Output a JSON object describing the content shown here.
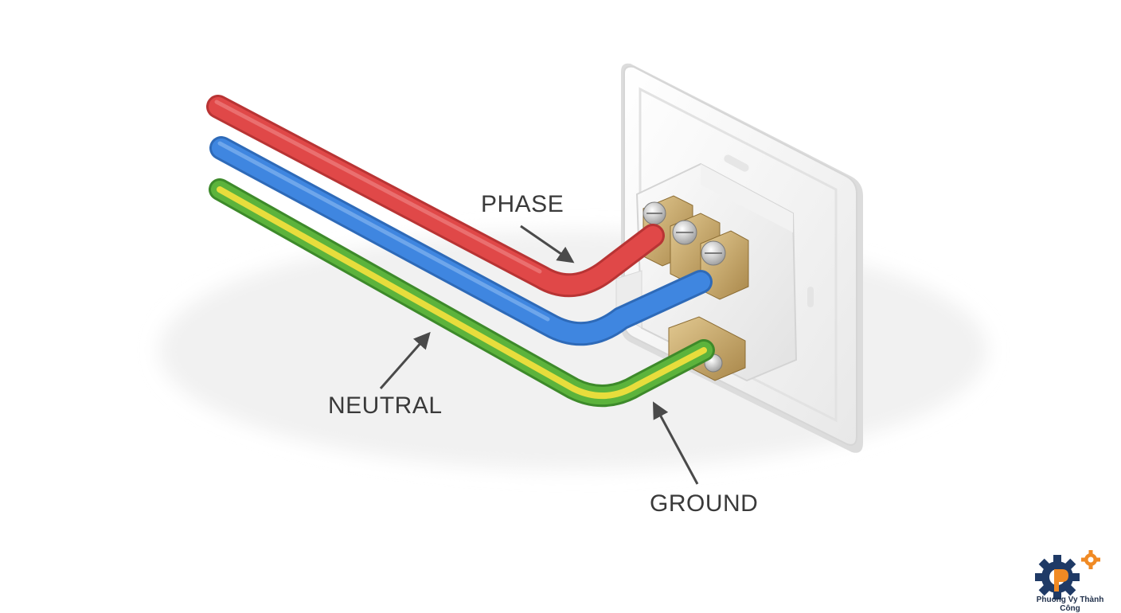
{
  "labels": {
    "phase": "PHASE",
    "neutral": "NEUTRAL",
    "ground": "GROUND"
  },
  "logo": {
    "text": "Phuong Vy Thành Công",
    "icon": "gear-p-logo"
  },
  "wires": [
    {
      "id": "phase",
      "color": "#e04848"
    },
    {
      "id": "neutral",
      "color": "#3f86e0"
    },
    {
      "id": "ground",
      "color": "#5cb33c",
      "stripe": "#e7dd3c"
    }
  ],
  "colors": {
    "socket_plate": "#f4f4f4",
    "brass": "#c9a866",
    "label_text": "#3a3a3a",
    "arrow": "#4a4a4a",
    "logo_navy": "#1f3a66",
    "logo_orange": "#f08a24"
  }
}
